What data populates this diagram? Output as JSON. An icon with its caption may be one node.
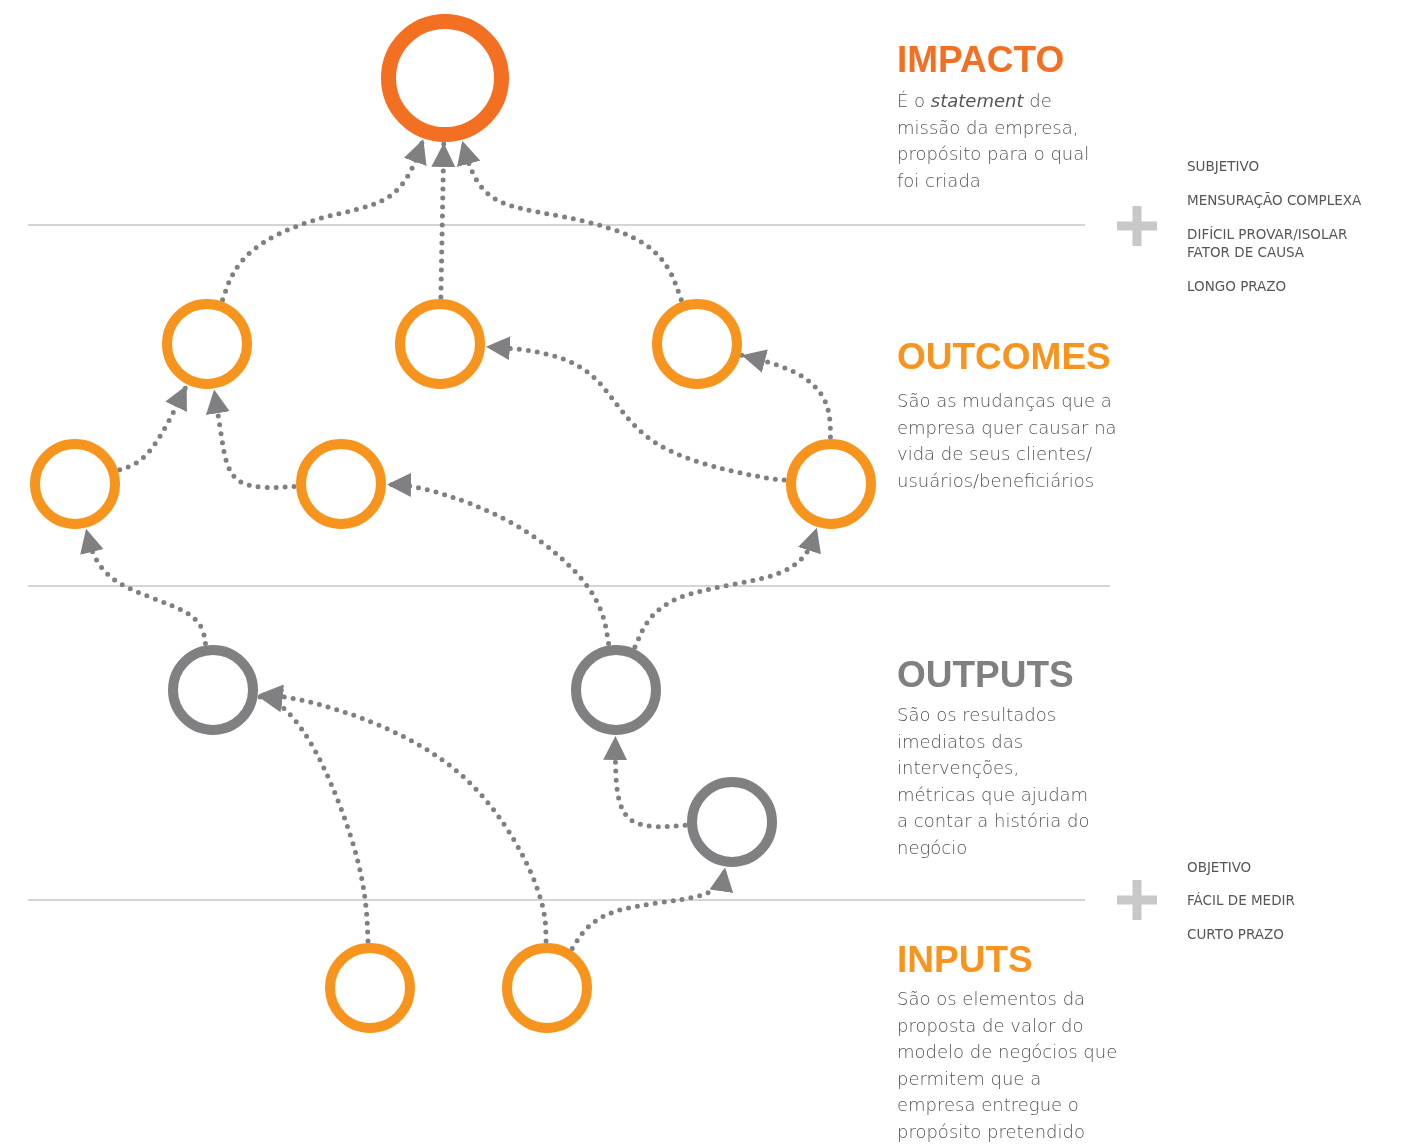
{
  "diagram": {
    "nodes": [
      {
        "text": [],
        "shape": "circle"
      },
      {
        "text": [],
        "shape": "circle"
      },
      {
        "text": [],
        "shape": "circle"
      },
      {
        "text": [],
        "shape": "circle"
      },
      {
        "text": [],
        "shape": "circle"
      },
      {
        "text": [],
        "shape": "circle"
      },
      {
        "text": [],
        "shape": "circle"
      },
      {
        "text": [],
        "shape": "circle"
      },
      {
        "text": [],
        "shape": "circle"
      },
      {
        "text": [],
        "shape": "circle"
      },
      {
        "text": [],
        "shape": "circle"
      },
      {
        "text": [],
        "shape": "circle"
      }
    ],
    "edges": [
      {
        "from": 1,
        "to": 0,
        "arrow": "to",
        "style": "dashed"
      },
      {
        "from": 2,
        "to": 0,
        "arrow": "to",
        "style": "dashed"
      },
      {
        "from": 3,
        "to": 0,
        "arrow": "to",
        "style": "dashed"
      },
      {
        "from": 4,
        "to": 1,
        "arrow": "to",
        "style": "dashed"
      },
      {
        "from": 5,
        "to": 1,
        "arrow": "to",
        "style": "dashed"
      },
      {
        "from": 6,
        "to": 2,
        "arrow": "to",
        "style": "dashed"
      },
      {
        "from": 6,
        "to": 3,
        "arrow": "to",
        "style": "dashed"
      },
      {
        "from": 7,
        "to": 4,
        "arrow": "to",
        "style": "dashed"
      },
      {
        "from": 8,
        "to": 5,
        "arrow": "to",
        "style": "dashed"
      },
      {
        "from": 8,
        "to": 6,
        "arrow": "to",
        "style": "dashed"
      },
      {
        "from": 9,
        "to": 8,
        "arrow": "to",
        "style": "dashed"
      },
      {
        "from": 10,
        "to": 7,
        "arrow": "to",
        "style": "dashed"
      },
      {
        "from": 11,
        "to": 7,
        "arrow": "to",
        "style": "dashed"
      },
      {
        "from": 11,
        "to": 9,
        "arrow": "to",
        "style": "dashed"
      }
    ],
    "labels": [
      "IMPACTO",
      "É o *statement* de missão da empresa, propósito para o qual foi criada",
      "OUTCOMES",
      "São as mudanças que a empresa quer causar na vida de seus clientes/ usuários/beneficiários",
      "OUTPUTS",
      "São os resultados imediatos das intervenções, métricas que ajudam a contar a história do negócio",
      "INPUTS",
      "São os elementos da proposta de valor do modelo de negócios que permitem que a empresa entregue o propósito pretendido",
      "SUBJETIVO",
      "MENSURAÇÃO COMPLEXA",
      "DIFÍCIL PROVAR/ISOLAR FATOR DE CAUSA",
      "LONGO PRAZO",
      "OBJETIVO",
      "FÁCIL DE MEDIR",
      "CURTO PRAZO"
    ]
  }
}
